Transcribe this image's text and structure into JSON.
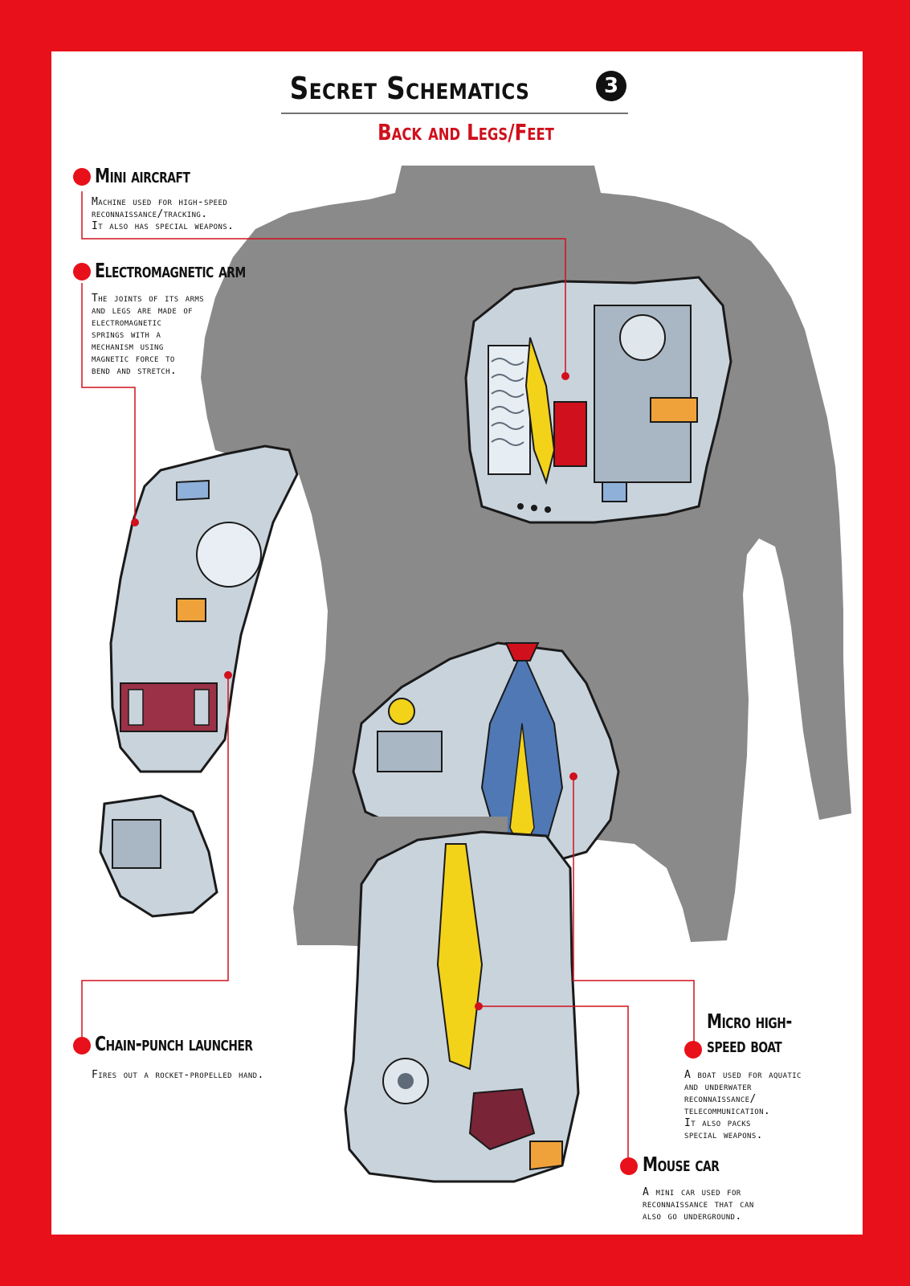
{
  "header": {
    "title": "Secret Schematics",
    "badge": "3",
    "subtitle": "Back and Legs/Feet"
  },
  "callouts": {
    "mini_aircraft": {
      "label": "Mini aircraft",
      "text": "Machine used for high-speed\nreconnaissance/tracking.\nIt also has special weapons."
    },
    "electromagnetic_arm": {
      "label": "Electromagnetic arm",
      "text": "The joints of its arms\nand legs are made of\nelectromagnetic\nsprings with a\nmechanism using\nmagnetic force to\nbend and stretch."
    },
    "chain_punch_launcher": {
      "label": "Chain-punch launcher",
      "text": "Fires out a rocket-propelled hand."
    },
    "micro_boat": {
      "label": "Micro high-\nspeed boat",
      "text": "A boat used for aquatic\nand underwater\nreconnaissance/\ntelecommunication.\nIt also packs\nspecial weapons."
    },
    "mouse_car": {
      "label": "Mouse car",
      "text": "A mini car used for\nreconnaissance that can\nalso go underground."
    }
  },
  "colors": {
    "border": "#e8101a",
    "silhouette": "#8a8a8a",
    "accent_red": "#d0101c",
    "metal": "#c9d3dc",
    "metal_dark": "#5f6b78",
    "boat_blue": "#4f78b5",
    "yellow": "#f3d21a"
  }
}
